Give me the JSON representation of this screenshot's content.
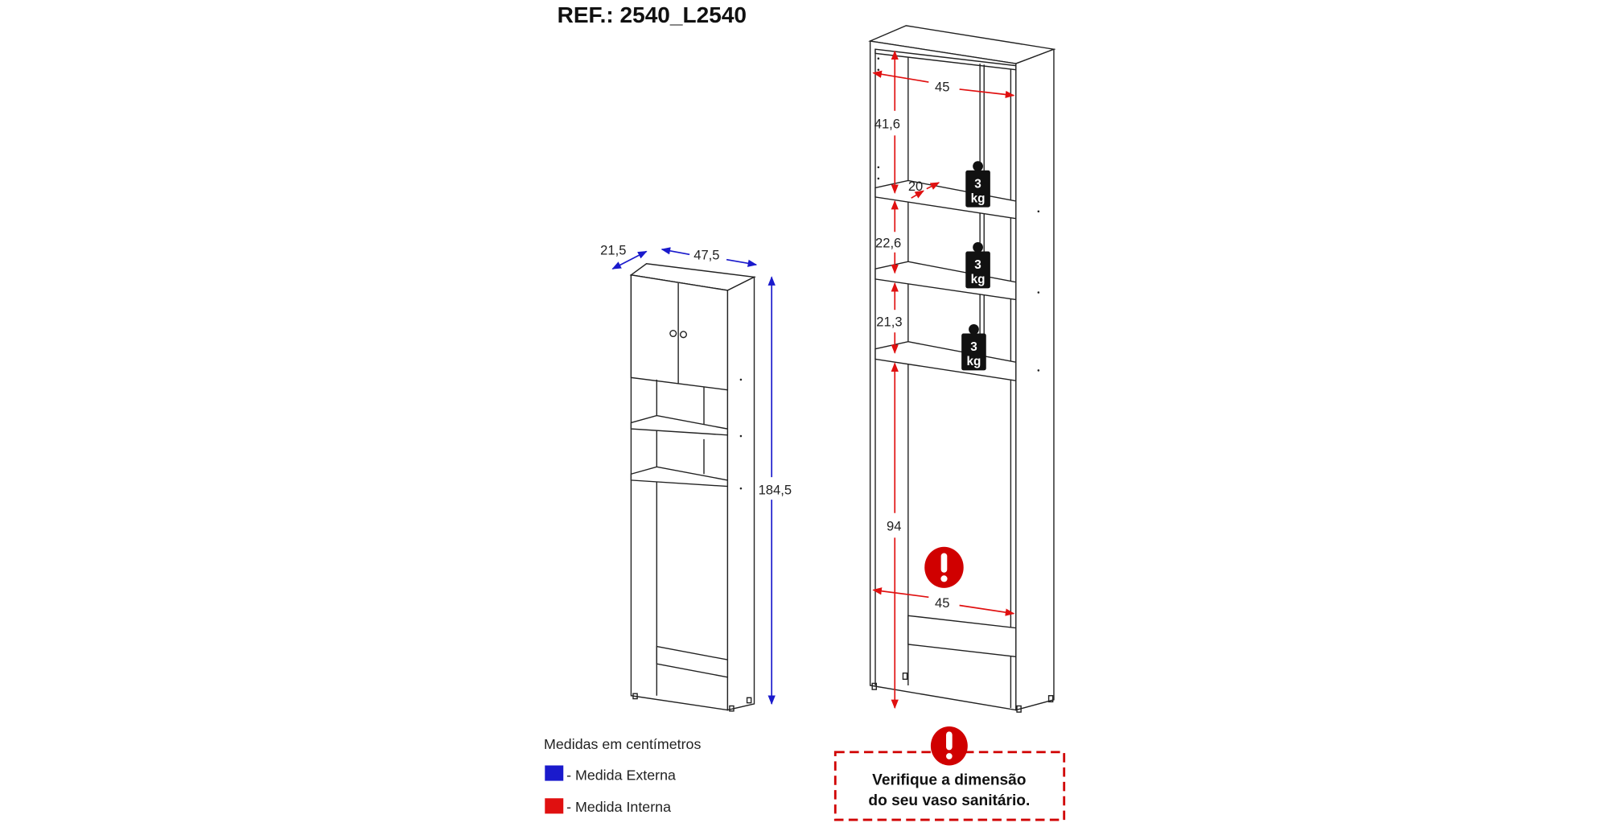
{
  "title": "REF.: 2540_L2540",
  "colors": {
    "external": "#1a1acc",
    "internal": "#e01010",
    "warning": "#d00000"
  },
  "external_dimensions": {
    "depth": "21,5",
    "width": "47,5",
    "height": "184,5"
  },
  "internal_dimensions": {
    "top_width": "45",
    "top_height": "41,6",
    "shelf_depth": "20",
    "middle_height": "22,6",
    "lower_height": "21,3",
    "bottom_opening_height": "94",
    "bottom_width": "45"
  },
  "weights": [
    {
      "value": "3",
      "unit": "kg"
    },
    {
      "value": "3",
      "unit": "kg"
    },
    {
      "value": "3",
      "unit": "kg"
    }
  ],
  "legend": {
    "title": "Medidas em centímetros",
    "items": [
      {
        "label": "- Medida Externa",
        "color": "#1a1acc"
      },
      {
        "label": "- Medida Interna",
        "color": "#e01010"
      }
    ]
  },
  "warning": {
    "line1": "Verifique a dimensão",
    "line2": "do seu vaso sanitário."
  }
}
